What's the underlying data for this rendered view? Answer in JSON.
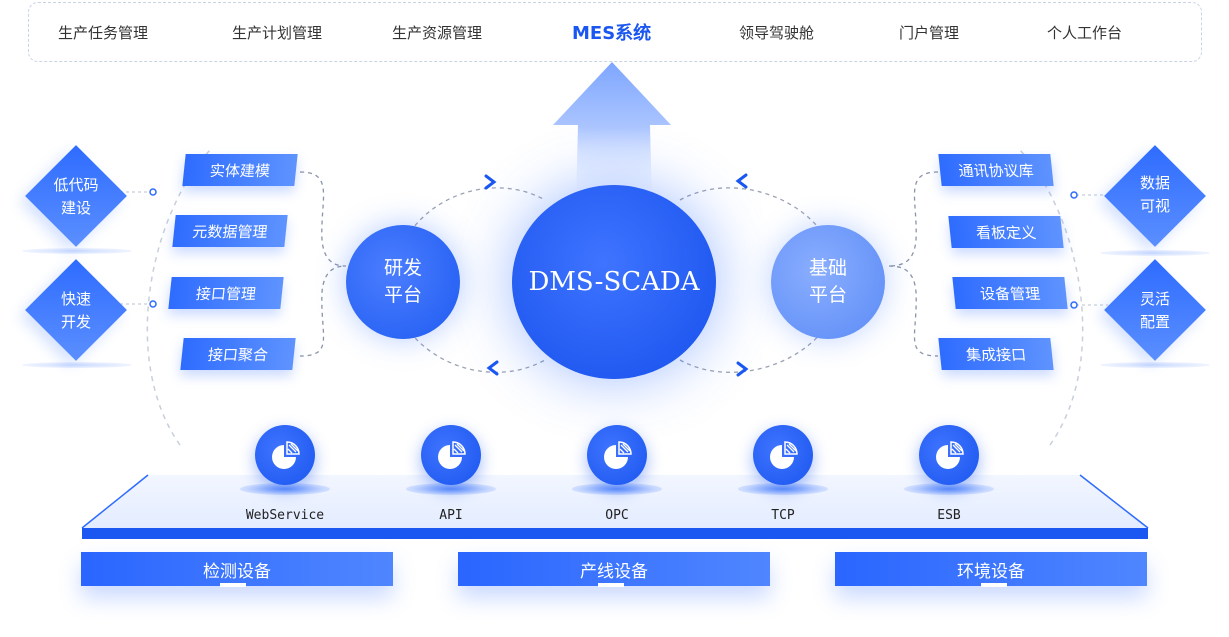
{
  "nav": {
    "items": [
      {
        "label": "生产任务管理"
      },
      {
        "label": "生产计划管理"
      },
      {
        "label": "生产资源管理"
      },
      {
        "label": "MES系统"
      },
      {
        "label": "领导驾驶舱"
      },
      {
        "label": "门户管理"
      },
      {
        "label": "个人工作台"
      }
    ]
  },
  "left": {
    "diamonds": [
      {
        "label": "低代码\n建设"
      },
      {
        "label": "快速\n开发"
      }
    ],
    "pills": [
      {
        "label": "实体建模"
      },
      {
        "label": "元数据管理"
      },
      {
        "label": "接口管理"
      },
      {
        "label": "接口聚合"
      }
    ]
  },
  "right": {
    "diamonds": [
      {
        "label": "数据\n可视"
      },
      {
        "label": "灵活\n配置"
      }
    ],
    "pills": [
      {
        "label": "通讯协议库"
      },
      {
        "label": "看板定义"
      },
      {
        "label": "设备管理"
      },
      {
        "label": "集成接口"
      }
    ]
  },
  "center": {
    "dev": "研发\n平台",
    "main": "DMS-SCADA",
    "base": "基础\n平台"
  },
  "protocols": [
    {
      "label": "WebService",
      "icon": "pie-chart-icon"
    },
    {
      "label": "API",
      "icon": "pie-chart-icon"
    },
    {
      "label": "OPC",
      "icon": "pie-chart-icon"
    },
    {
      "label": "TCP",
      "icon": "pie-chart-icon"
    },
    {
      "label": "ESB",
      "icon": "pie-chart-icon"
    }
  ],
  "devices": [
    {
      "label": "检测设备"
    },
    {
      "label": "产线设备"
    },
    {
      "label": "环境设备"
    }
  ],
  "colors": {
    "primary": "#1b58f2",
    "light": "#5e93ff",
    "nav_active": "#1a56f0"
  }
}
